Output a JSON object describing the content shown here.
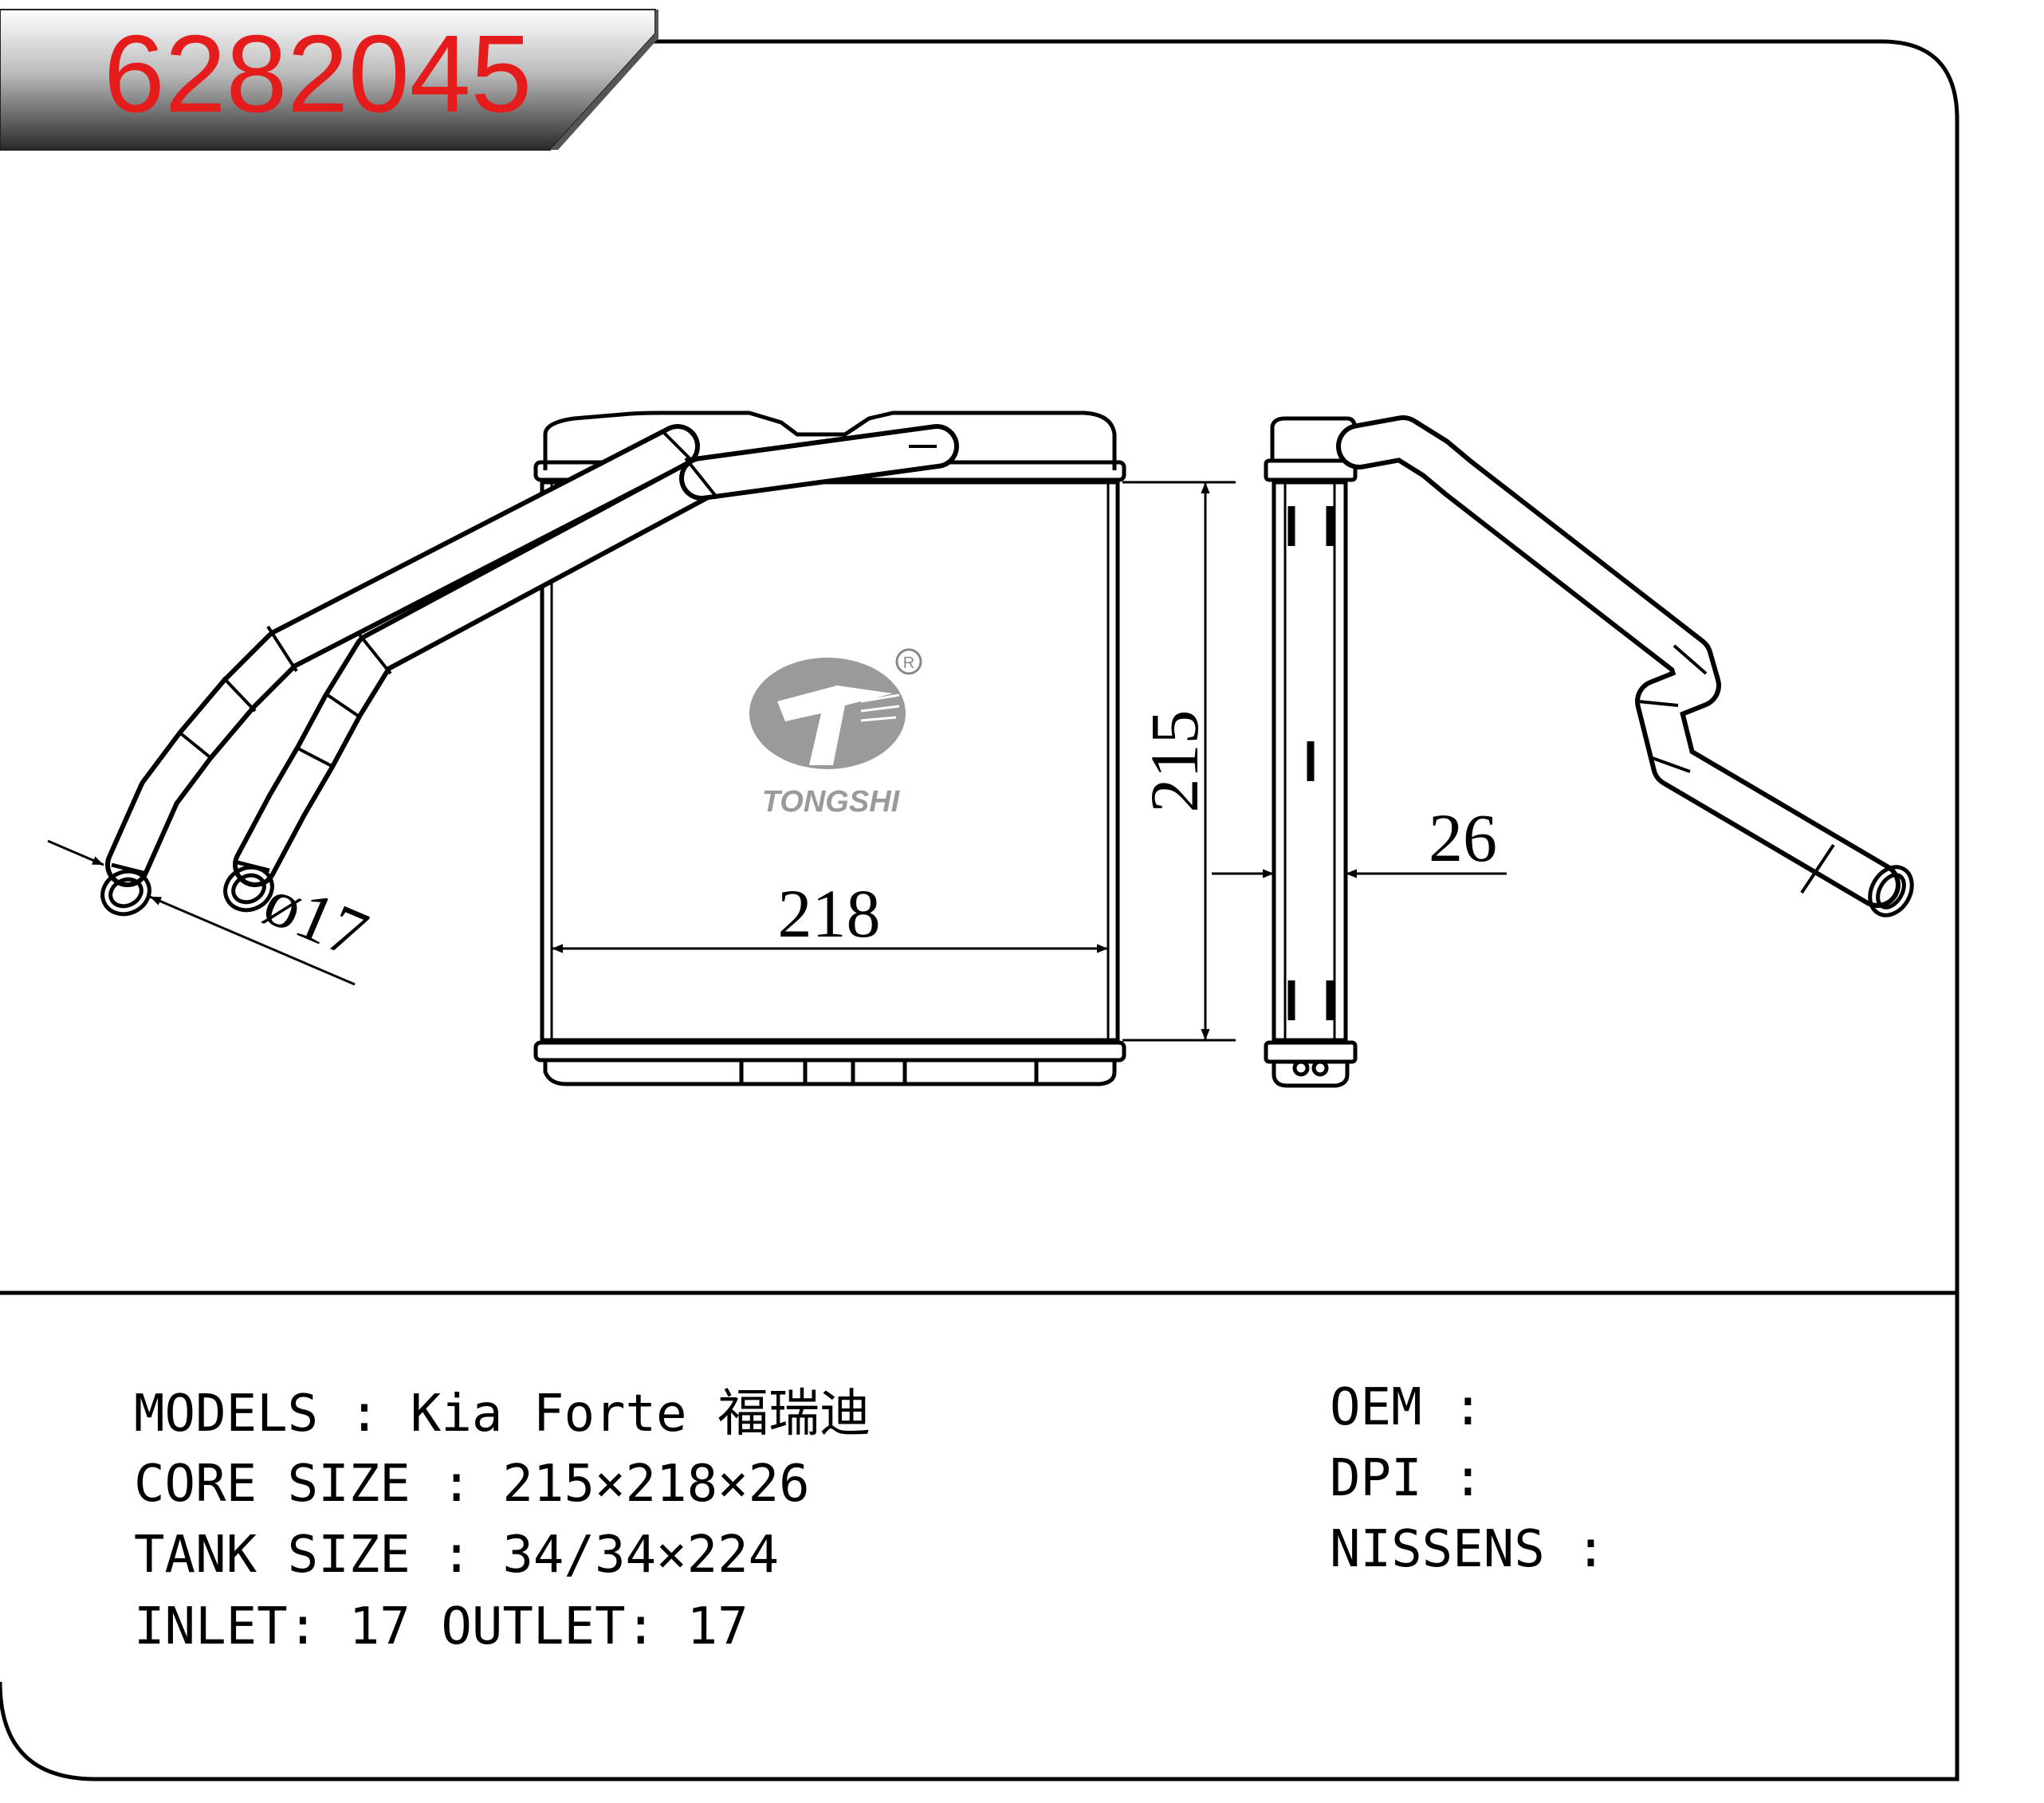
{
  "part_number": "6282045",
  "colors": {
    "part_number": "#e41c1c",
    "logo": "#9a9a9a"
  },
  "drawing": {
    "dim_width": "218",
    "dim_height": "215",
    "dim_thickness": "26",
    "dim_diameter": "ø17",
    "logo_text": "TONGSHI",
    "logo_mark": "R"
  },
  "specs": {
    "models": "MODELS :  Kia  Forte 福瑞迪",
    "core_size": "CORE SIZE : 215×218×26",
    "tank_size": "TANK SIZE : 34/34×224",
    "inlet_outlet": "INLET: 17  OUTLET: 17"
  },
  "refs": {
    "oem": "OEM :",
    "dpi": "DPI :",
    "nissens": "NISSENS :"
  }
}
